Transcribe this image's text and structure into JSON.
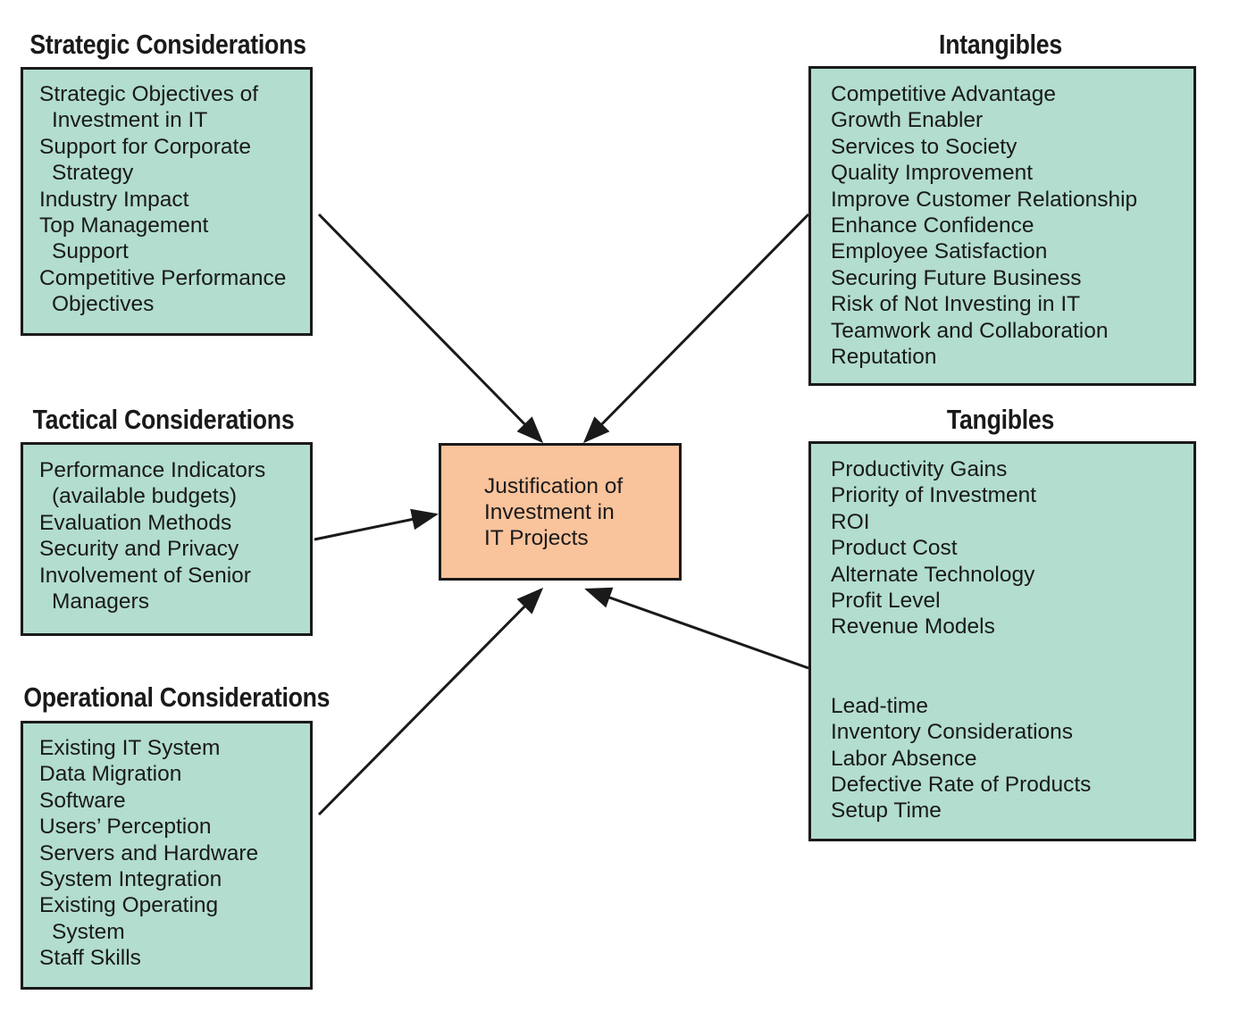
{
  "center": {
    "line1": "Justification of",
    "line2": "Investment in",
    "line3": "IT Projects"
  },
  "strategic": {
    "title": "Strategic Considerations",
    "items": [
      "Strategic Objectives of Investment in IT",
      "Support for Corporate Strategy",
      "Industry Impact",
      "Top Management Support",
      "Competitive Performance Objectives"
    ]
  },
  "tactical": {
    "title": "Tactical Considerations",
    "items": [
      "Performance Indicators (available budgets)",
      "Evaluation Methods",
      "Security and Privacy",
      "Involvement of Senior Managers"
    ]
  },
  "operational": {
    "title": "Operational Considerations",
    "items": [
      "Existing IT System",
      "Data Migration",
      "Software",
      "Users’ Perception",
      "Servers and Hardware",
      "System Integration",
      "Existing Operating System",
      "Staff Skills"
    ]
  },
  "intangibles": {
    "title": "Intangibles",
    "items": [
      "Competitive Advantage",
      "Growth Enabler",
      "Services to Society",
      "Quality Improvement",
      "Improve Customer Relationship",
      "Enhance Confidence",
      "Employee Satisfaction",
      "Securing Future Business",
      "Risk of Not Investing in IT",
      "Teamwork and Collaboration",
      "Reputation"
    ]
  },
  "tangibles": {
    "title": "Tangibles",
    "items": [
      "Productivity Gains",
      "Priority of Investment",
      "ROI",
      "Product Cost",
      "Alternate Technology",
      "Profit Level",
      "Revenue Models",
      "Lead-time",
      "Inventory Considerations",
      "Labor Absence",
      "Defective Rate of Products",
      "Setup Time"
    ]
  },
  "colors": {
    "box_fill": "#b2ddcf",
    "center_fill": "#f9c39b",
    "stroke": "#1a1a1a"
  }
}
